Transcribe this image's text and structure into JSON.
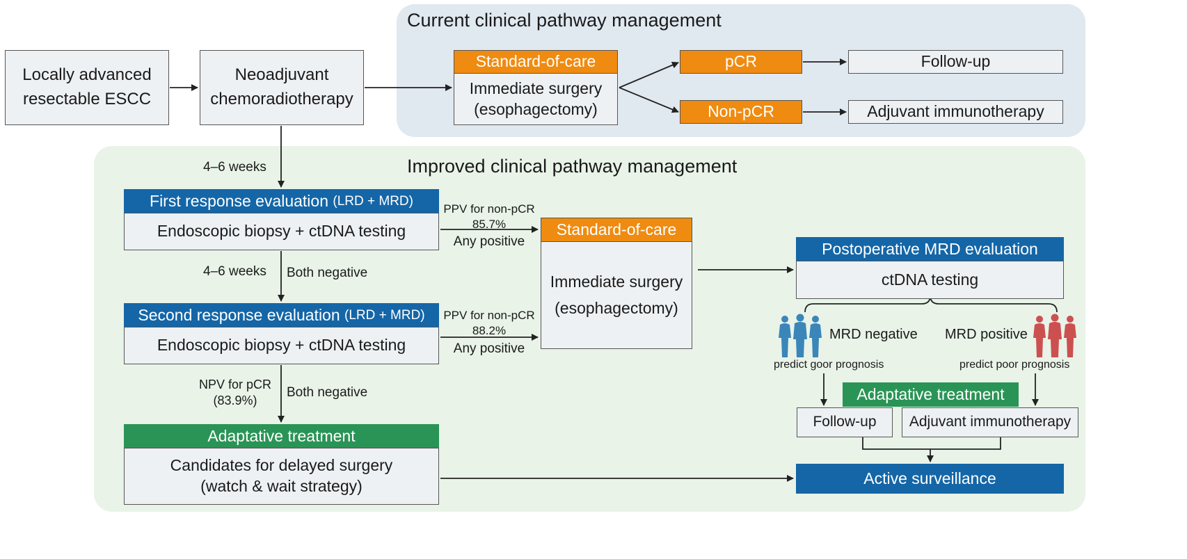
{
  "colors": {
    "orange": "#ef8b10",
    "blue": "#1466a7",
    "green": "#2a9456",
    "panel_blue": "#e0e8f0",
    "panel_green": "#e9f3e8",
    "people_negative": "#3a86b9",
    "people_positive": "#cc5050"
  },
  "start": {
    "locally_advanced": "Locally advanced\nresectable ESCC",
    "neoadjuvant": "Neoadjuvant\nchemoradiotherapy"
  },
  "current": {
    "title": "Current clinical pathway management",
    "soc_header": "Standard-of-care",
    "soc_body": "Immediate surgery\n(esophagectomy)",
    "pcr": "pCR",
    "non_pcr": "Non-pCR",
    "follow_up": "Follow-up",
    "adjuvant": "Adjuvant immunotherapy"
  },
  "improved": {
    "title": "Improved clinical pathway management",
    "weeks_1": "4–6 weeks",
    "first_eval_header": "First response evaluation",
    "first_eval_tag": "(LRD + MRD)",
    "first_eval_body": "Endoscopic biopsy + ctDNA testing",
    "ppv_1_label": "PPV for non-pCR",
    "ppv_1_value": "85.7%",
    "any_positive_1": "Any positive",
    "weeks_2": "4–6 weeks",
    "both_negative_1": "Both negative",
    "second_eval_header": "Second response evaluation",
    "second_eval_tag": "(LRD + MRD)",
    "second_eval_body": "Endoscopic biopsy + ctDNA testing",
    "ppv_2_label": "PPV for non-pCR",
    "ppv_2_value": "88.2%",
    "any_positive_2": "Any positive",
    "npv_label": "NPV for pCR",
    "npv_value": "(83.9%)",
    "both_negative_2": "Both negative",
    "adaptive_header": "Adaptative treatment",
    "adaptive_body": "Candidates for delayed surgery\n(watch & wait strategy)",
    "soc_header": "Standard-of-care",
    "soc_body": "Immediate surgery\n(esophagectomy)",
    "postop_header": "Postoperative MRD evaluation",
    "postop_body": "ctDNA testing",
    "mrd_negative": "MRD negative",
    "mrd_positive": "MRD positive",
    "predict_good": "predict goor prognosis",
    "predict_poor": "predict poor prognosis",
    "adaptive_header_2": "Adaptative treatment",
    "follow_up": "Follow-up",
    "adjuvant": "Adjuvant immunotherapy",
    "active_surveillance": "Active surveillance"
  }
}
